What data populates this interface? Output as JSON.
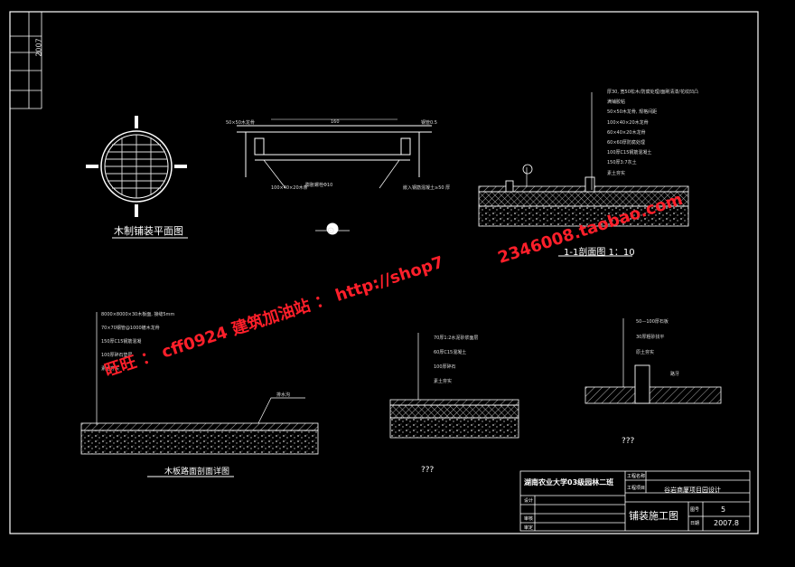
{
  "sheet": {
    "side_stamp": "2007",
    "round_plan": {
      "caption": "木制铺装平面图"
    },
    "board_section": {
      "labels": [
        "50×50木龙骨",
        "160",
        "钢管0.5",
        "100×40×20木条",
        "膨胀螺栓Φ10",
        "嵌入钢筋混凝土≥50 厚"
      ],
      "marker": "⊙"
    },
    "section_1_1": {
      "caption": "1-1剖面图 1：10",
      "layers": [
        "厚30, 宽50松木/防腐处理/面刷清漆/花纹凹凸",
        "满铺胶粘",
        "50×50木龙骨, 规格间距",
        "100×40×20木龙骨",
        "60×40×20木龙骨",
        "60×60厚防腐处理",
        "100厚C15钢筋混凝土",
        "150厚3:7灰土",
        "素土夯实"
      ]
    },
    "boardwalk": {
      "caption": "木板路面剖面详图",
      "layers": [
        "8000×8000×30木板面, 接缝5mm",
        "70×70钢管@1000镀木龙骨",
        "150厚C15钢筋混凝",
        "100厚碎石垫层",
        "素土夯实"
      ],
      "drain_label": "排水沟"
    },
    "middle_section": {
      "caption": "???",
      "layers": [
        "70厚1:2水泥砂浆面层",
        "60厚C15混凝土",
        "100厚碎石",
        "素土夯实"
      ]
    },
    "right_section": {
      "caption": "???",
      "layers": [
        "50—100厚石板",
        "30厚粗砂找平",
        "原土夯实"
      ],
      "post_label": "路牙"
    },
    "watermark": {
      "text1": "旺旺 ： cff0924  建筑加油站 ：  http://shop7",
      "text2": "2346008.taobao.com"
    },
    "title_block": {
      "school": "湖南农业大学03级园林二班",
      "project_label": "工程名称",
      "project_name": "谷岩商厦项目园设计",
      "sub_label": "工程项目",
      "drawing_title": "铺装施工图",
      "row_labels": [
        "设计",
        "审核",
        "审定"
      ],
      "number_label": "图号",
      "number": "5",
      "date_label": "日期",
      "date": "2007.8"
    }
  },
  "colors": {
    "background": "#000000",
    "lines": "#ffffff",
    "watermark": "#ff1f2a"
  }
}
